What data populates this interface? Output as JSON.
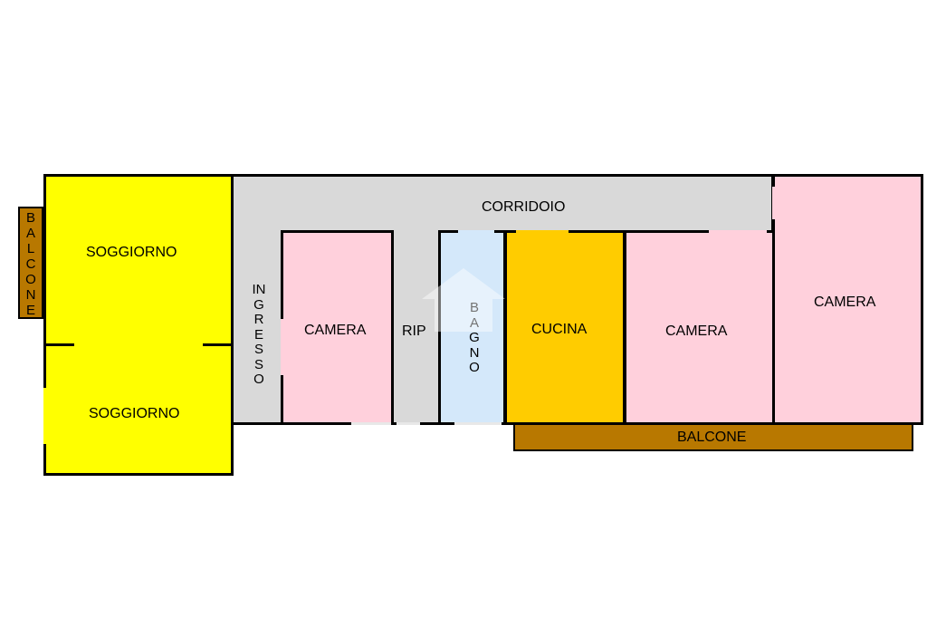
{
  "rooms": {
    "balcone_left": "BALCONE",
    "soggiorno_top": "SOGGIORNO",
    "soggiorno_bottom": "SOGGIORNO",
    "corridoio": "CORRIDOIO",
    "ingresso": "INGRESSO",
    "camera_1": "CAMERA",
    "rip": "RIP",
    "bagno": "BAGNO",
    "cucina": "CUCINA",
    "camera_2": "CAMERA",
    "camera_3": "CAMERA",
    "balcone_bottom": "BALCONE"
  },
  "colors": {
    "soggiorno": "#FFFF00",
    "corridoio": "#D9D9D9",
    "camera": "#FFD0DC",
    "bagno": "#D4E8FA",
    "cucina": "#FFCC00",
    "balcone": "#B87800"
  }
}
